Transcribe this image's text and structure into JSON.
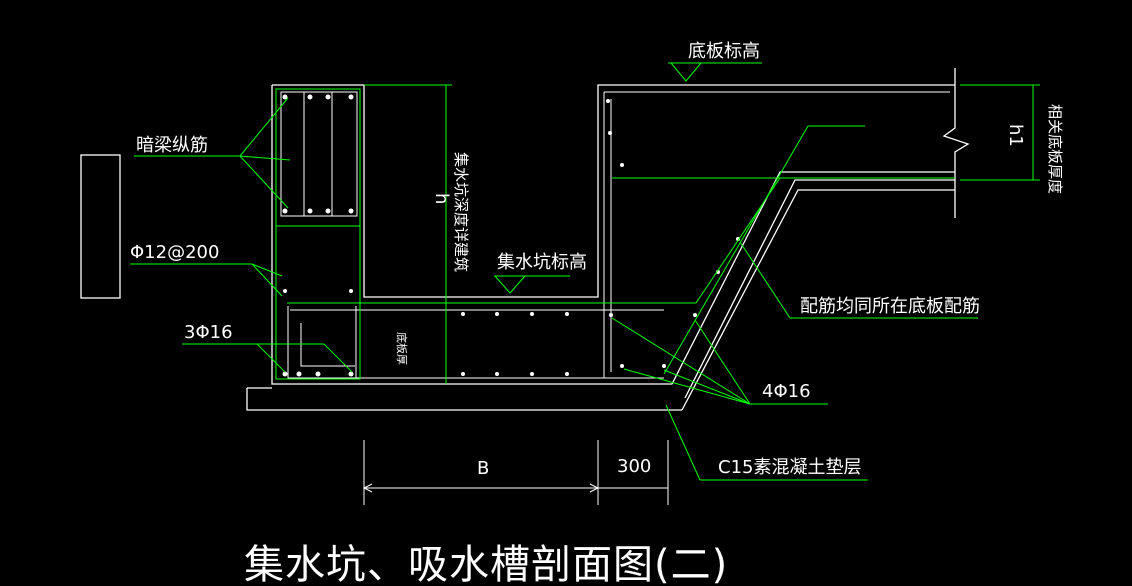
{
  "title": "集水坑、吸水槽剖面图(二)",
  "colors": {
    "background": "#000000",
    "outline": "#ffffff",
    "leader": "#00ff00"
  },
  "labels": {
    "hidden_beam": "暗梁纵筋",
    "bar_spacing": "Φ12@200",
    "bars_3": "3Φ16",
    "bars_4": "4Φ16",
    "floor_elev": "底板标高",
    "pit_elev": "集水坑标高",
    "pit_depth": "集水坑深度详建筑",
    "h": "h",
    "h1": "h1",
    "slab_thickness": "相关底板厚度",
    "same_as_slab": "配筋均同所在底板配筋",
    "c15": "C15素混凝土垫层",
    "dim_b": "B",
    "dim_300": "300",
    "small_note": "底板厚"
  }
}
